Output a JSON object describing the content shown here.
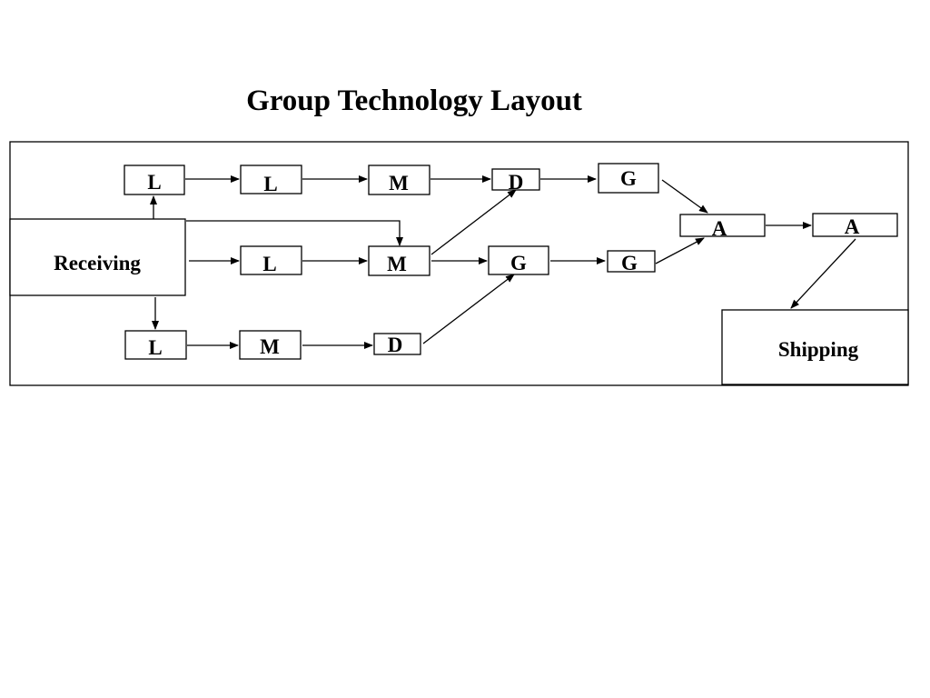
{
  "title": "Group Technology Layout",
  "nodes": {
    "receiving": "Receiving",
    "shipping": "Shipping",
    "top_l1": "L",
    "top_l2": "L",
    "top_m": "M",
    "top_d": "D",
    "top_g": "G",
    "mid_l": "L",
    "mid_m": "M",
    "mid_g1": "G",
    "mid_g2": "G",
    "bot_l": "L",
    "bot_m": "M",
    "bot_d": "D",
    "assembly_1": "A",
    "assembly_2": "A"
  },
  "colors": {
    "line": "#000000",
    "background": "#ffffff"
  }
}
